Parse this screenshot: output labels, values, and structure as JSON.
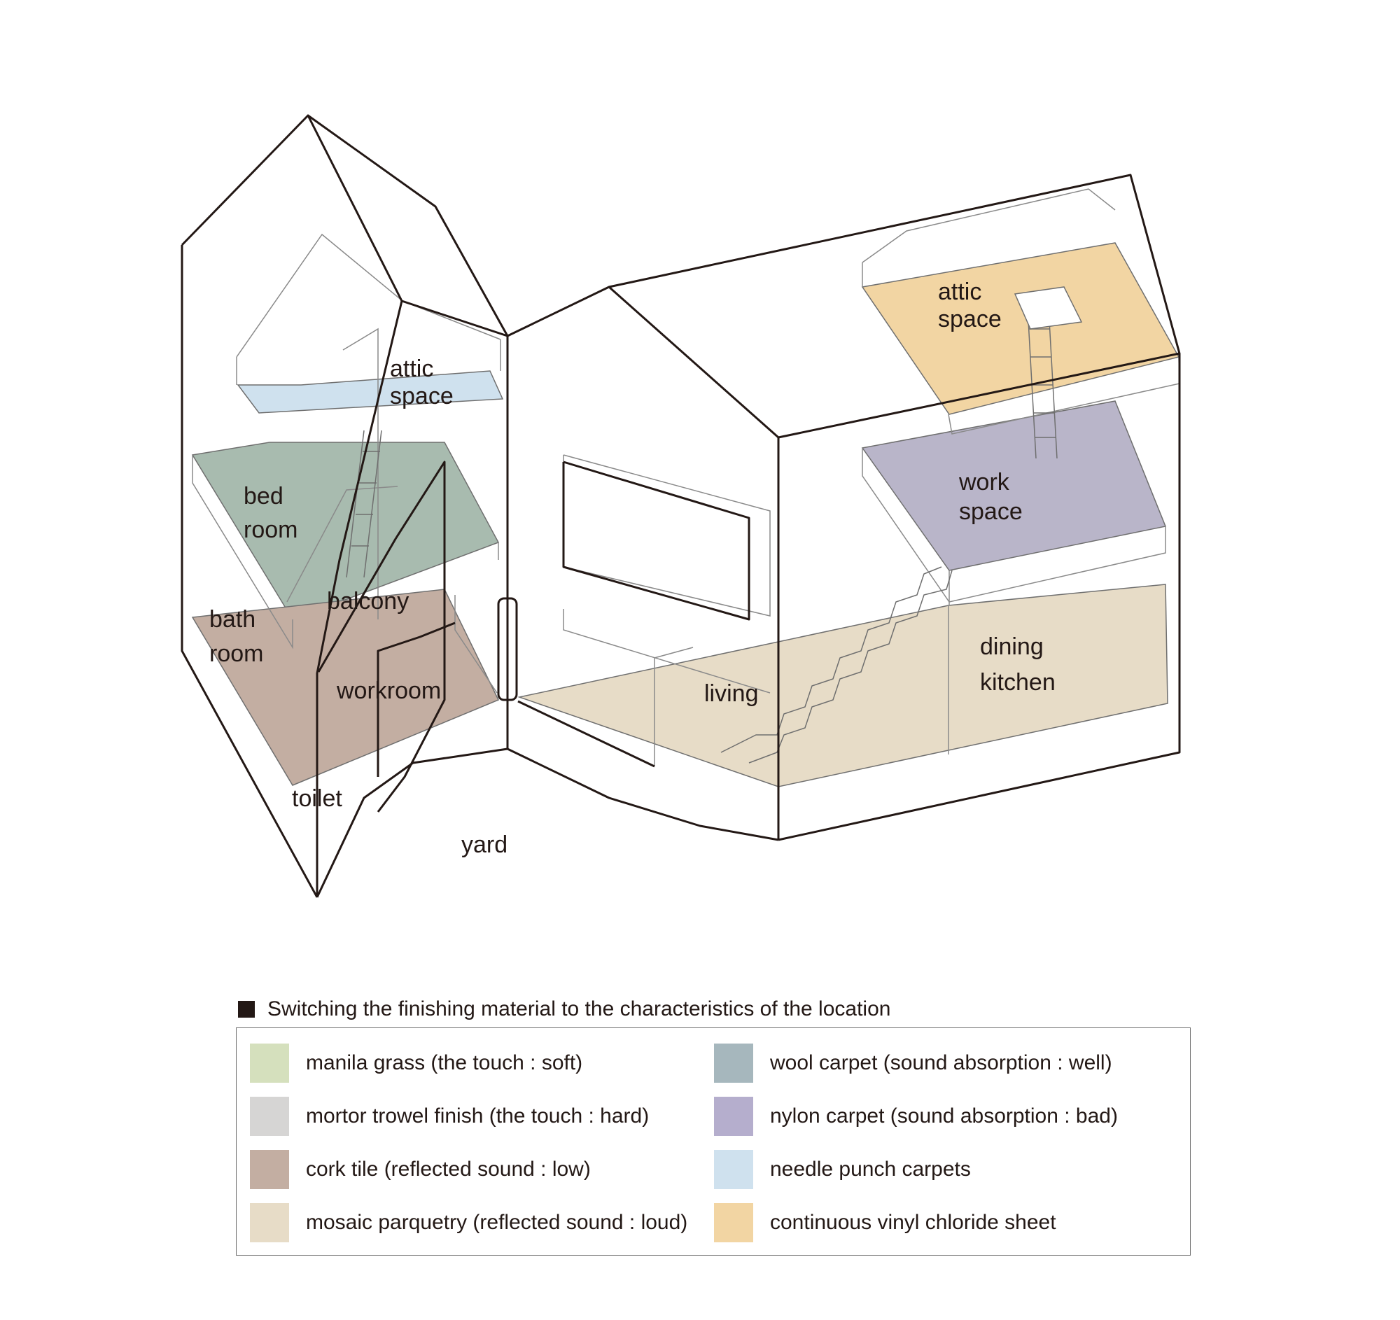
{
  "room_labels": {
    "left_attic_1": "attic",
    "left_attic_2": "space",
    "bed_1": "bed",
    "bed_2": "room",
    "balcony": "balcony",
    "bath_1": "bath",
    "bath_2": "room",
    "workroom": "workroom",
    "toilet": "toilet",
    "yard": "yard",
    "living": "living",
    "right_attic_1": "attic",
    "right_attic_2": "space",
    "work_1": "work",
    "work_2": "space",
    "dining_1": "dining",
    "dining_2": "kitchen"
  },
  "legend": {
    "title": "Switching the finishing material to the characteristics of the location",
    "left": [
      {
        "label": "manila grass  (the touch : soft)",
        "color": "#d5e0bd"
      },
      {
        "label": "mortor trowel finish  (the touch : hard)",
        "color": "#d6d5d4"
      },
      {
        "label": "cork tile  (reflected sound : low)",
        "color": "#c3aea2"
      },
      {
        "label": "mosaic parquetry  (reflected sound : loud)",
        "color": "#e7dcc7"
      }
    ],
    "right": [
      {
        "label": "wool carpet  (sound absorption : well)",
        "color": "#a6b7bd"
      },
      {
        "label": "nylon carpet  (sound absorption : bad)",
        "color": "#b5aecd"
      },
      {
        "label": "needle punch carpets",
        "color": "#cfe1ee"
      },
      {
        "label": "continuous vinyl chloride sheet",
        "color": "#f2d5a3"
      }
    ]
  },
  "colors": {
    "left_attic_floor": "#cfe1ee",
    "bedroom_floor": "#a8bbaf",
    "workroom_floor": "#c3aea2",
    "living_floor": "#e7dcc7",
    "right_attic_floor": "#f2d5a3",
    "workspace_floor": "#b9b5c9"
  }
}
